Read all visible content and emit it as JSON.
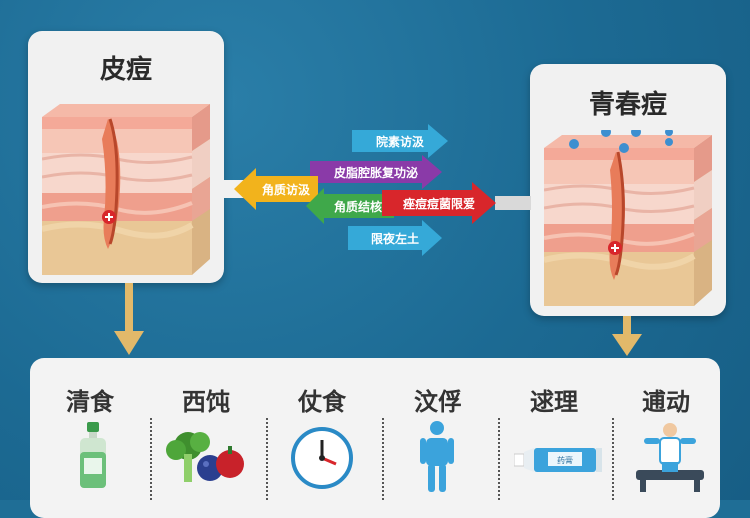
{
  "left_card": {
    "title": "皮痘"
  },
  "right_card": {
    "title": "青春痘"
  },
  "arrows": [
    {
      "label": "院素访汲",
      "color": "#35a9d8"
    },
    {
      "label": "皮脂腔胀复功泌",
      "color": "#8a3aa8"
    },
    {
      "label": "角质访汲",
      "color": "#f2b31c"
    },
    {
      "label": "角质结核",
      "color": "#3fa84a"
    },
    {
      "label": "痤痘痘菌限爱",
      "color": "#d8262b"
    },
    {
      "label": "限夜左土",
      "color": "#35a9d8"
    }
  ],
  "categories": [
    {
      "label": "清食",
      "icon": "bottle-icon"
    },
    {
      "label": "西饨",
      "icon": "vegetables-icon"
    },
    {
      "label": "仗食",
      "icon": "clock-icon"
    },
    {
      "label": "汶俘",
      "icon": "person-icon"
    },
    {
      "label": "逑理",
      "icon": "ointment-tube-icon"
    },
    {
      "label": "逋动",
      "icon": "exercise-icon"
    }
  ],
  "tube_label": "药膏"
}
